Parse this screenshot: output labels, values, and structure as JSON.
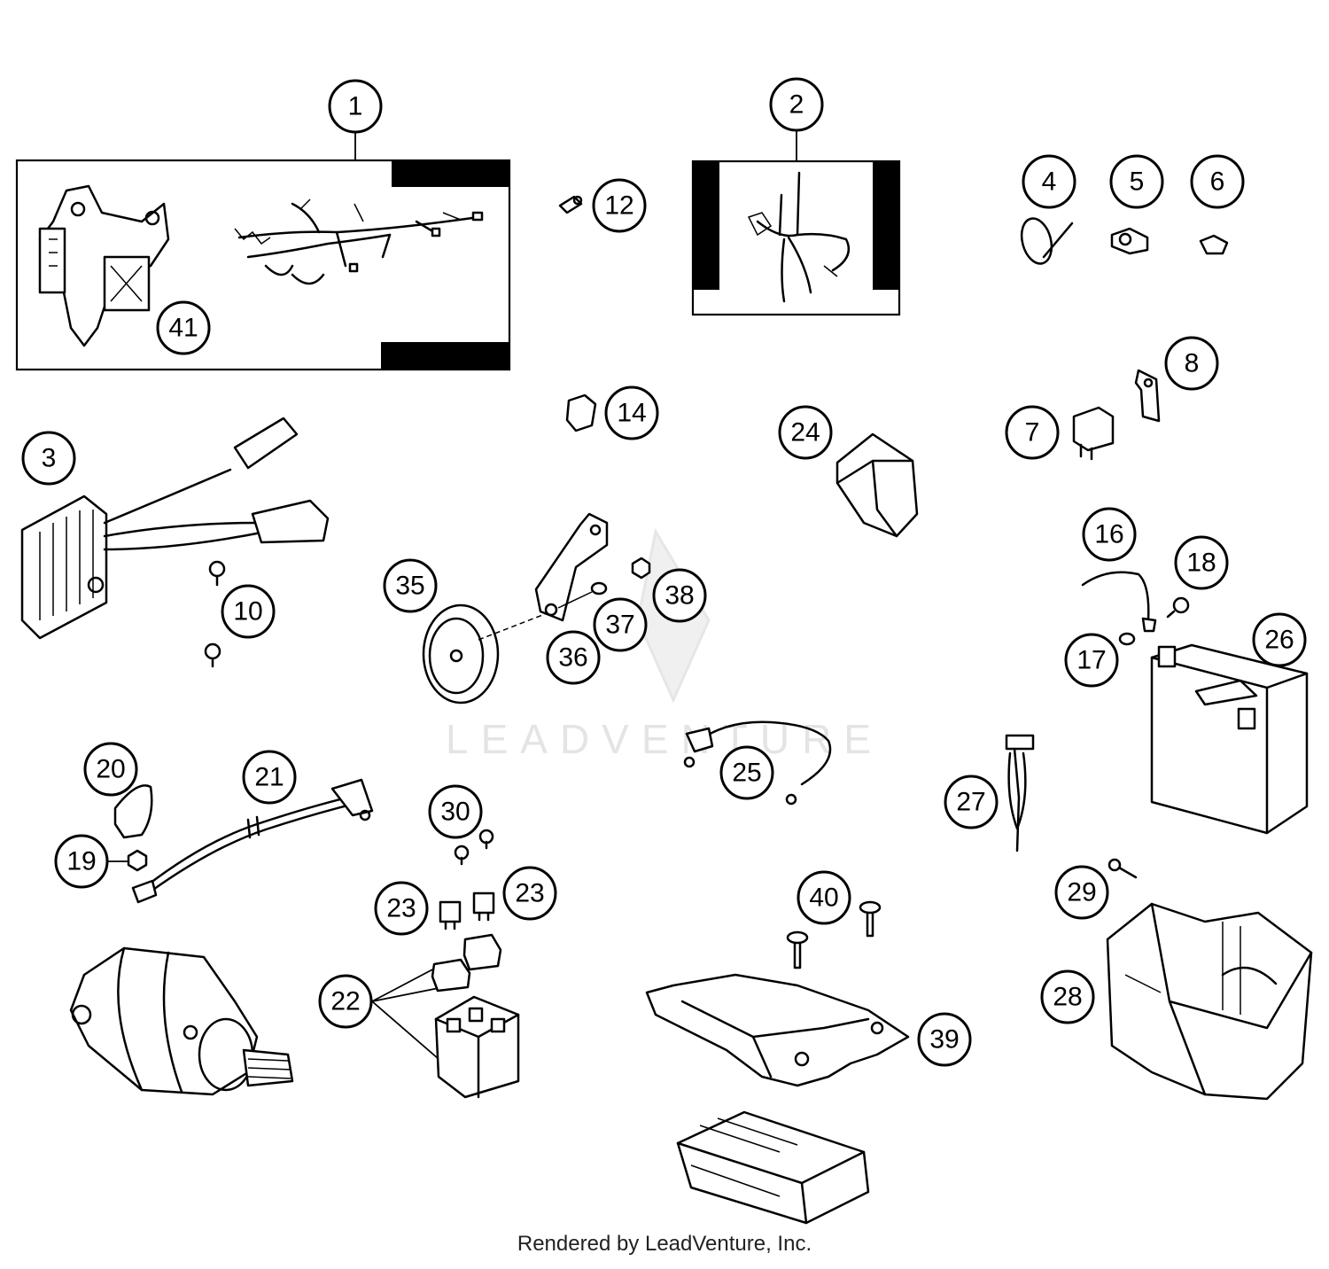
{
  "watermark": "LEADVENTURE",
  "credit": "Rendered by LeadVenture, Inc.",
  "callouts": [
    {
      "id": "c1",
      "label": "1"
    },
    {
      "id": "c2",
      "label": "2"
    },
    {
      "id": "c3",
      "label": "3"
    },
    {
      "id": "c4",
      "label": "4"
    },
    {
      "id": "c5",
      "label": "5"
    },
    {
      "id": "c6",
      "label": "6"
    },
    {
      "id": "c7",
      "label": "7"
    },
    {
      "id": "c8",
      "label": "8"
    },
    {
      "id": "c10",
      "label": "10"
    },
    {
      "id": "c12",
      "label": "12"
    },
    {
      "id": "c14",
      "label": "14"
    },
    {
      "id": "c16",
      "label": "16"
    },
    {
      "id": "c17",
      "label": "17"
    },
    {
      "id": "c18",
      "label": "18"
    },
    {
      "id": "c19",
      "label": "19"
    },
    {
      "id": "c20",
      "label": "20"
    },
    {
      "id": "c21",
      "label": "21"
    },
    {
      "id": "c22",
      "label": "22"
    },
    {
      "id": "c23a",
      "label": "23"
    },
    {
      "id": "c23b",
      "label": "23"
    },
    {
      "id": "c24",
      "label": "24"
    },
    {
      "id": "c25",
      "label": "25"
    },
    {
      "id": "c26",
      "label": "26"
    },
    {
      "id": "c27",
      "label": "27"
    },
    {
      "id": "c28",
      "label": "28"
    },
    {
      "id": "c29",
      "label": "29"
    },
    {
      "id": "c30",
      "label": "30"
    },
    {
      "id": "c35",
      "label": "35"
    },
    {
      "id": "c36",
      "label": "36"
    },
    {
      "id": "c37",
      "label": "37"
    },
    {
      "id": "c38",
      "label": "38"
    },
    {
      "id": "c39",
      "label": "39"
    },
    {
      "id": "c40",
      "label": "40"
    },
    {
      "id": "c41",
      "label": "41"
    }
  ]
}
